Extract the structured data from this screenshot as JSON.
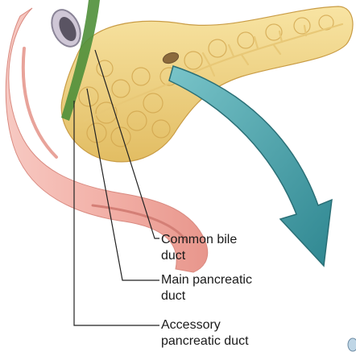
{
  "labels": {
    "common_bile_duct": "Common bile\nduct",
    "main_pancreatic_duct": "Main pancreatic\nduct",
    "accessory_pancreatic_duct": "Accessory\npancreatic duct"
  },
  "colors": {
    "duodenum": "#f2b6ae",
    "duodenum_shadow": "#e4938a",
    "pancreas": "#f4d98a",
    "pancreas_shadow": "#d9b358",
    "bile_duct": "#4f8f3a",
    "arrow": "#3c9aa2",
    "leader_line": "#222222"
  },
  "icons": {
    "arrow": "arrow-down-right-icon"
  }
}
